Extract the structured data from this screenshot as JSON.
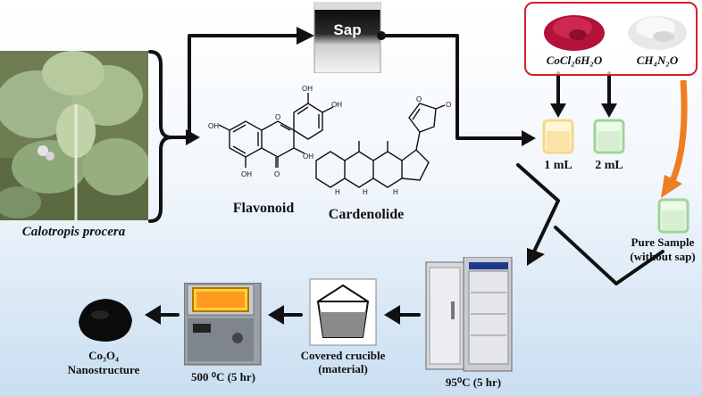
{
  "labels": {
    "plant": "Calotropis procera",
    "sap": "Sap",
    "flavonoid": "Flavonoid",
    "cardenolide": "Cardenolide",
    "cobalt_salt": "CoCl₂6H₂O",
    "urea": "CH₄N₂O",
    "vial_1": "1 mL",
    "vial_2": "2 mL",
    "pure_sample_line1": "Pure Sample",
    "pure_sample_line2": "(without sap)",
    "oven": "95⁰C (5 hr)",
    "crucible_line1": "Covered crucible",
    "crucible_line2": "(material)",
    "furnace": "500 ⁰C (5 hr)",
    "product_line1": "Co₃O₄",
    "product_line2": "Nanostructure"
  },
  "colors": {
    "salt_box_border": "#d71e28",
    "cobalt_powder": "#b3123a",
    "orange_arrow": "#ef7d22",
    "vial_1_tint": "#f6d788",
    "vial_2_tint": "#cdebc6"
  }
}
